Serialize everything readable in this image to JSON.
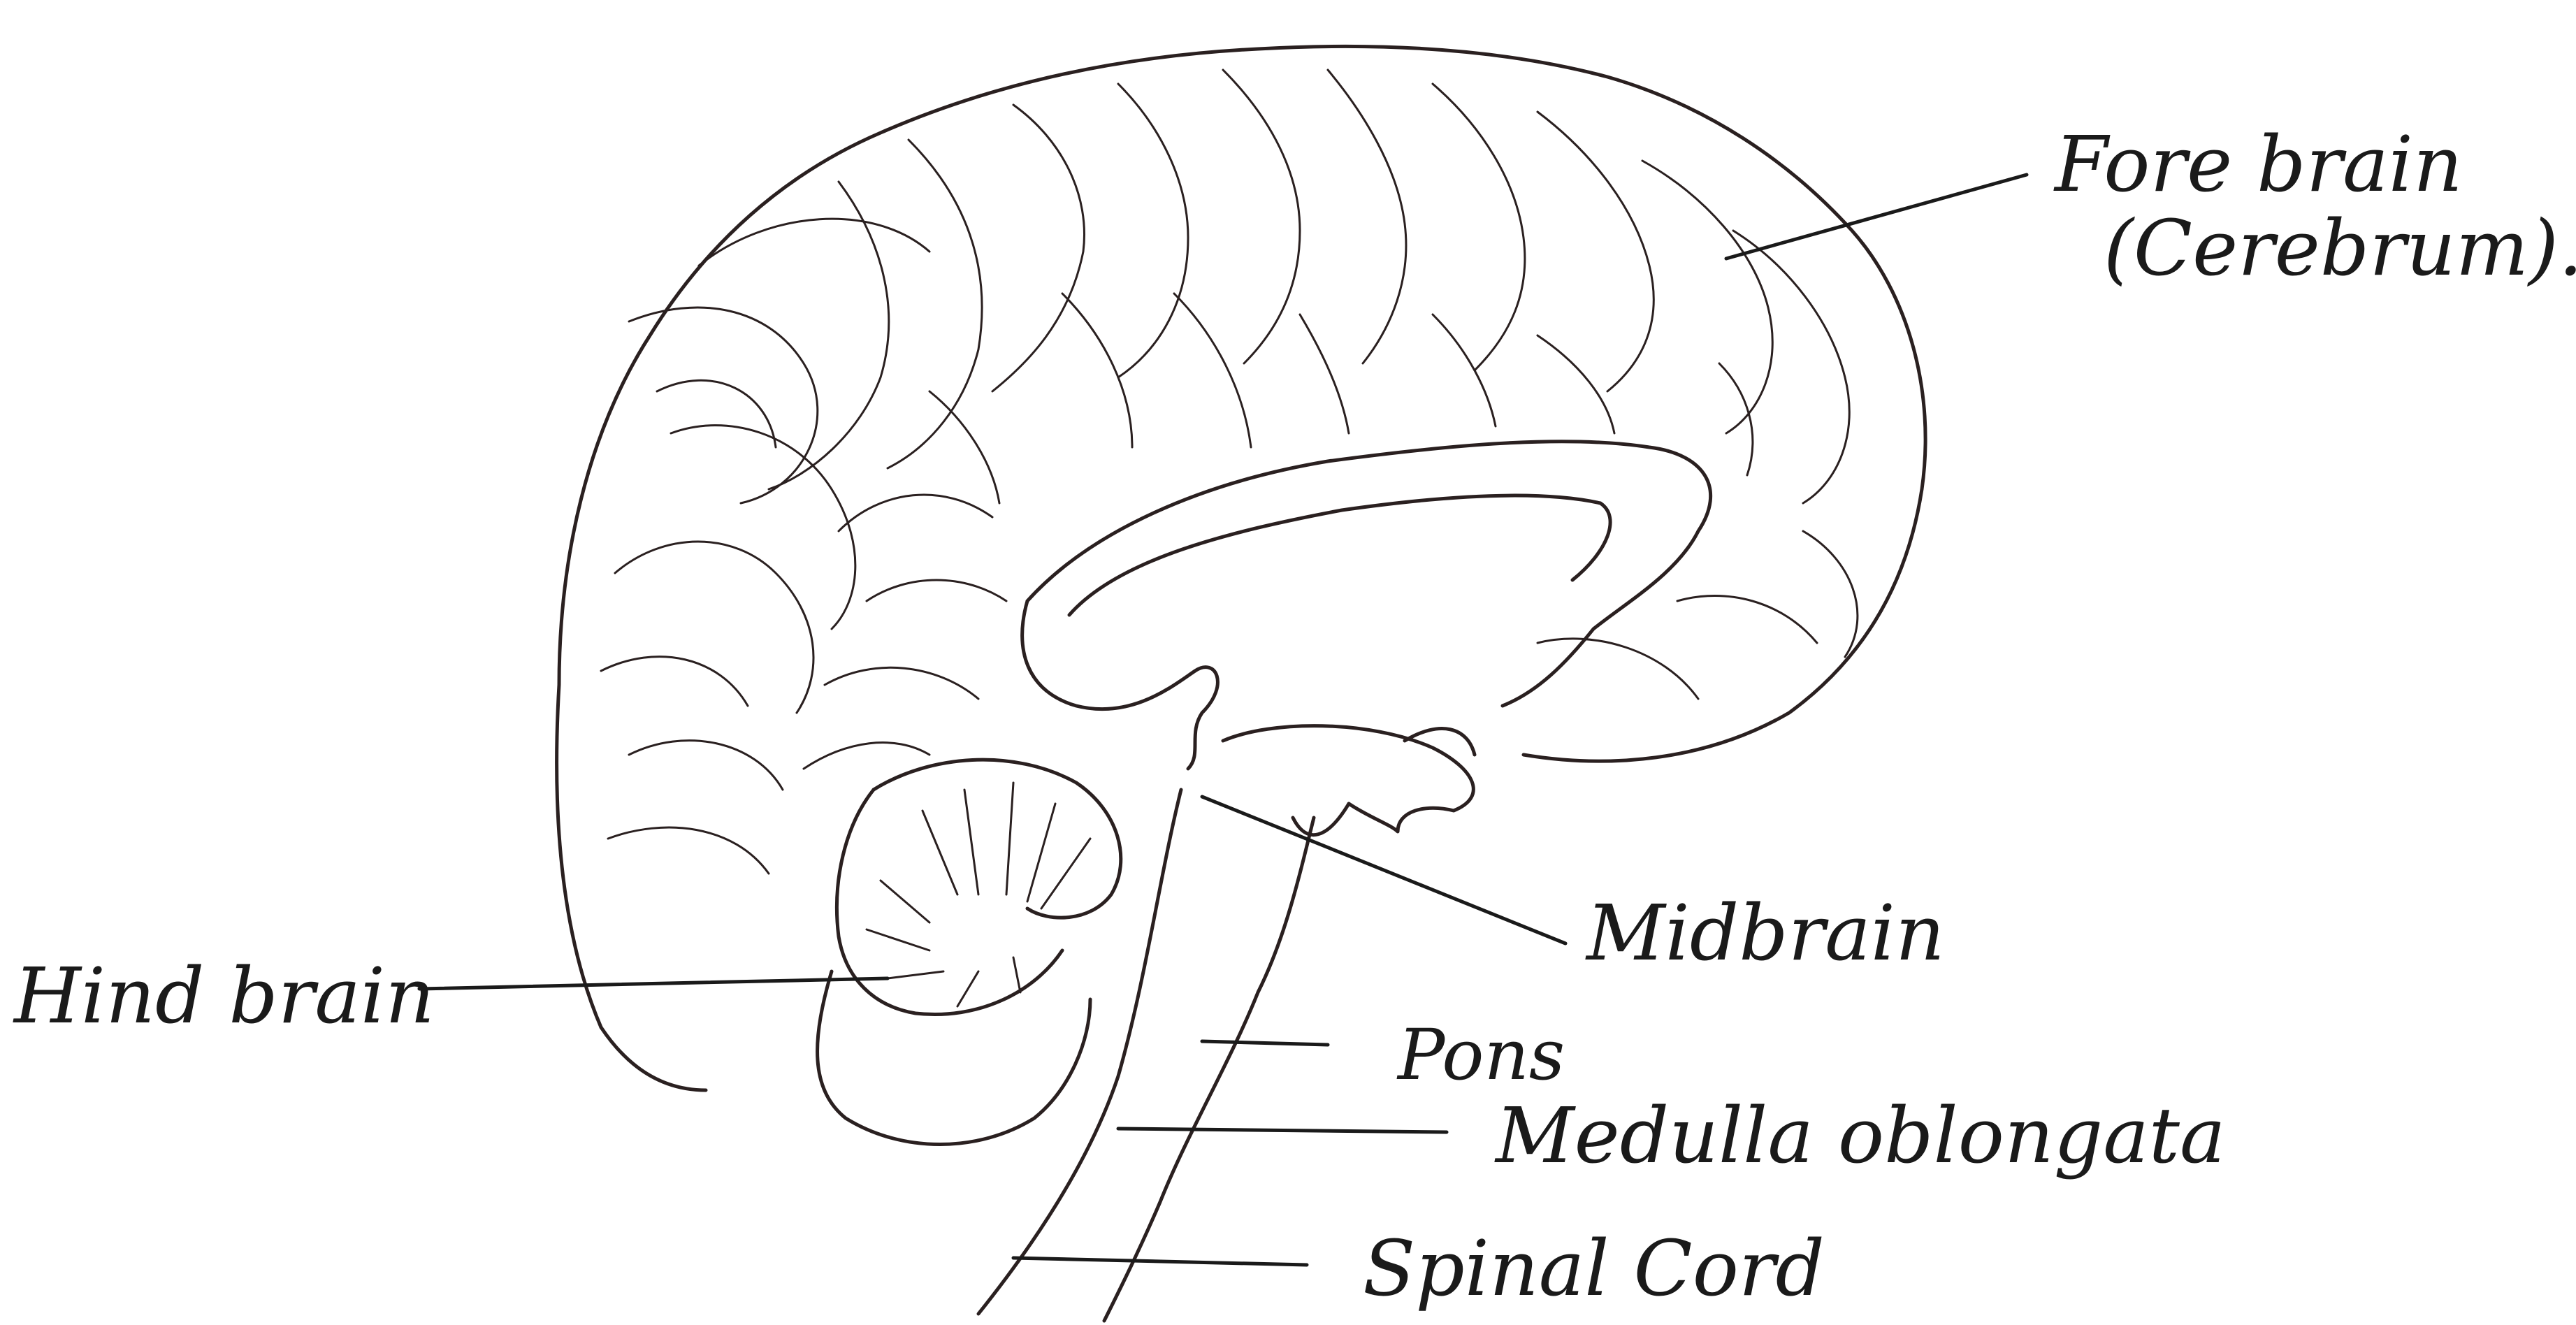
{
  "diagram": {
    "labels": {
      "fore_brain": "Fore brain",
      "cerebrum": "(Cerebrum).",
      "midbrain": "Midbrain",
      "hind_brain": "Hind brain",
      "pons": "Pons",
      "medulla_oblongata": "Medulla oblongata",
      "spinal_cord": "Spinal Cord"
    },
    "ink_color": "#1a1a1a",
    "sketch_color": "#4a3a3a"
  }
}
